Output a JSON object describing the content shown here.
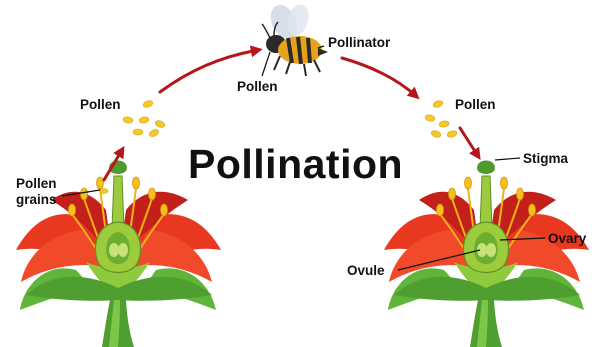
{
  "title": "Pollination",
  "labels": {
    "pollinator": "Pollinator",
    "pollen_bee": "Pollen",
    "pollen_left": "Pollen",
    "pollen_right": "Pollen",
    "pollen_grains_line1": "Pollen",
    "pollen_grains_line2": "grains",
    "stigma": "Stigma",
    "ovary": "Ovary",
    "ovule": "Ovule"
  },
  "colors": {
    "petal": "#e8381f",
    "petal_dark": "#c3201a",
    "leaf": "#5fb43a",
    "leaf_dark": "#3c8a2a",
    "pistil": "#9ccb3b",
    "anther": "#f3c21a",
    "pollen": "#f6c92a",
    "arrow": "#b3171c"
  },
  "icons": [
    "bee-icon",
    "flower-left",
    "flower-right"
  ]
}
